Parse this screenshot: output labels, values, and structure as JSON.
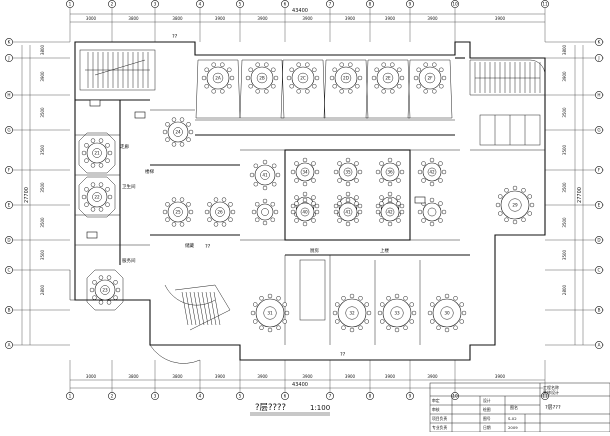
{
  "drawing": {
    "title": "?层????",
    "scale": "1:100",
    "overall_dimension": "43400",
    "overall_height": "27700",
    "col_dims_top": [
      "3000",
      "3800",
      "3800",
      "3900",
      "3900",
      "3900",
      "3900",
      "3900",
      "3900",
      "3900",
      "3000"
    ],
    "col_dims_bottom": [
      "3000",
      "3800",
      "3800",
      "3900",
      "3900",
      "3900",
      "3900",
      "3900",
      "3900",
      "3900",
      "3000"
    ],
    "row_dims_left": [
      "3800",
      "3900",
      "3500",
      "3500",
      "3500",
      "3500",
      "3500",
      "2800"
    ],
    "row_dims_right": [
      "3800",
      "3900",
      "3500",
      "3500",
      "3500",
      "3500",
      "3500",
      "2800"
    ],
    "grid_cols": [
      "1",
      "2",
      "3",
      "4",
      "5",
      "6",
      "7",
      "8",
      "9",
      "10",
      "11"
    ],
    "grid_rows": [
      "K",
      "J",
      "H",
      "G",
      "F",
      "E",
      "D",
      "C",
      "B",
      "A"
    ],
    "top_rooms": [
      "2A",
      "2B",
      "2C",
      "2D",
      "2E",
      "2F"
    ],
    "hall_tables": [
      "34",
      "35",
      "36",
      "37",
      "38",
      "39",
      "40",
      "41",
      "42"
    ],
    "left_rooms": [
      "21",
      "22",
      "23"
    ],
    "mid_left_rooms": [
      "24",
      "25",
      "26"
    ],
    "bottom_rooms": [
      "31",
      "32",
      "33",
      "30"
    ],
    "right_room": "29",
    "labels": {
      "corridor": "走廊",
      "toilet": "卫生间",
      "service": "服务间",
      "stair": "楼梯",
      "up": "上楼",
      "unknown1": "??",
      "unknown2": "??",
      "unknown3": "??",
      "kitchen": "厨房",
      "storage": "储藏"
    }
  },
  "title_block": {
    "company_line1": "工程名称",
    "company_line2": "装修设计",
    "drawing_name_label": "图名",
    "drawing_name": "?层???",
    "rows": [
      [
        "审定",
        "",
        "设计",
        ""
      ],
      [
        "审核",
        "",
        "绘图",
        ""
      ],
      [
        "项目负责",
        "",
        "图号",
        "S-02"
      ],
      [
        "专业负责",
        "",
        "日期",
        "2009"
      ]
    ]
  }
}
